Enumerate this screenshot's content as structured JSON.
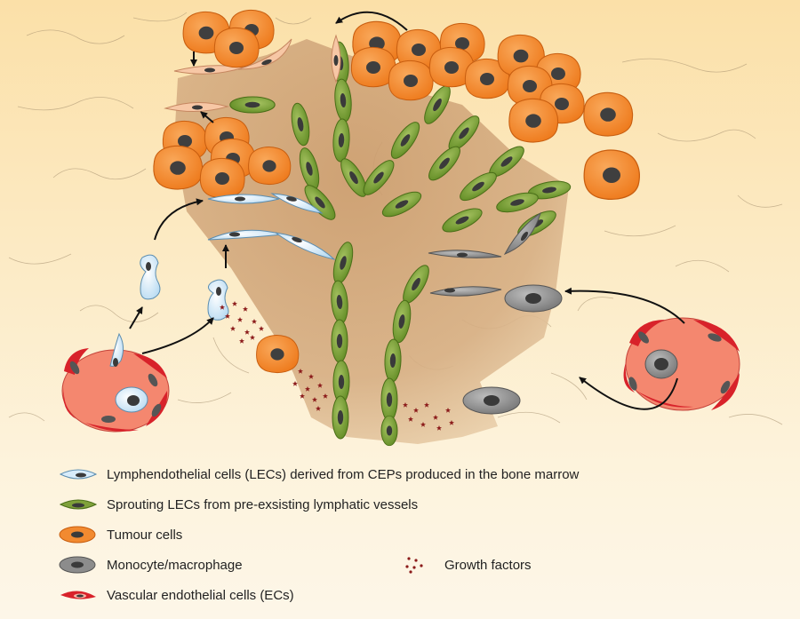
{
  "legend": {
    "lec_bone_marrow": "Lymphendothelial cells (LECs) derived from CEPs produced in the bone marrow",
    "lec_sprouting": "Sprouting LECs from pre-exsisting lymphatic vessels",
    "tumour": "Tumour cells",
    "macrophage": "Monocyte/macrophage",
    "endothelial": "Vascular endothelial cells (ECs)",
    "growth_factors": "Growth factors"
  },
  "colors": {
    "background_top": "#fbe3b0",
    "background_bottom": "#fdf6e6",
    "tissue": "#c9976a",
    "tumour": "#f28a30",
    "lec_blue": "#d8ecfa",
    "lec_green": "#7fa13a",
    "macrophage": "#8c8c8c",
    "vessel_red": "#d8222a",
    "vessel_pink": "#f4876f",
    "growth_factor": "#8b1a1a"
  }
}
